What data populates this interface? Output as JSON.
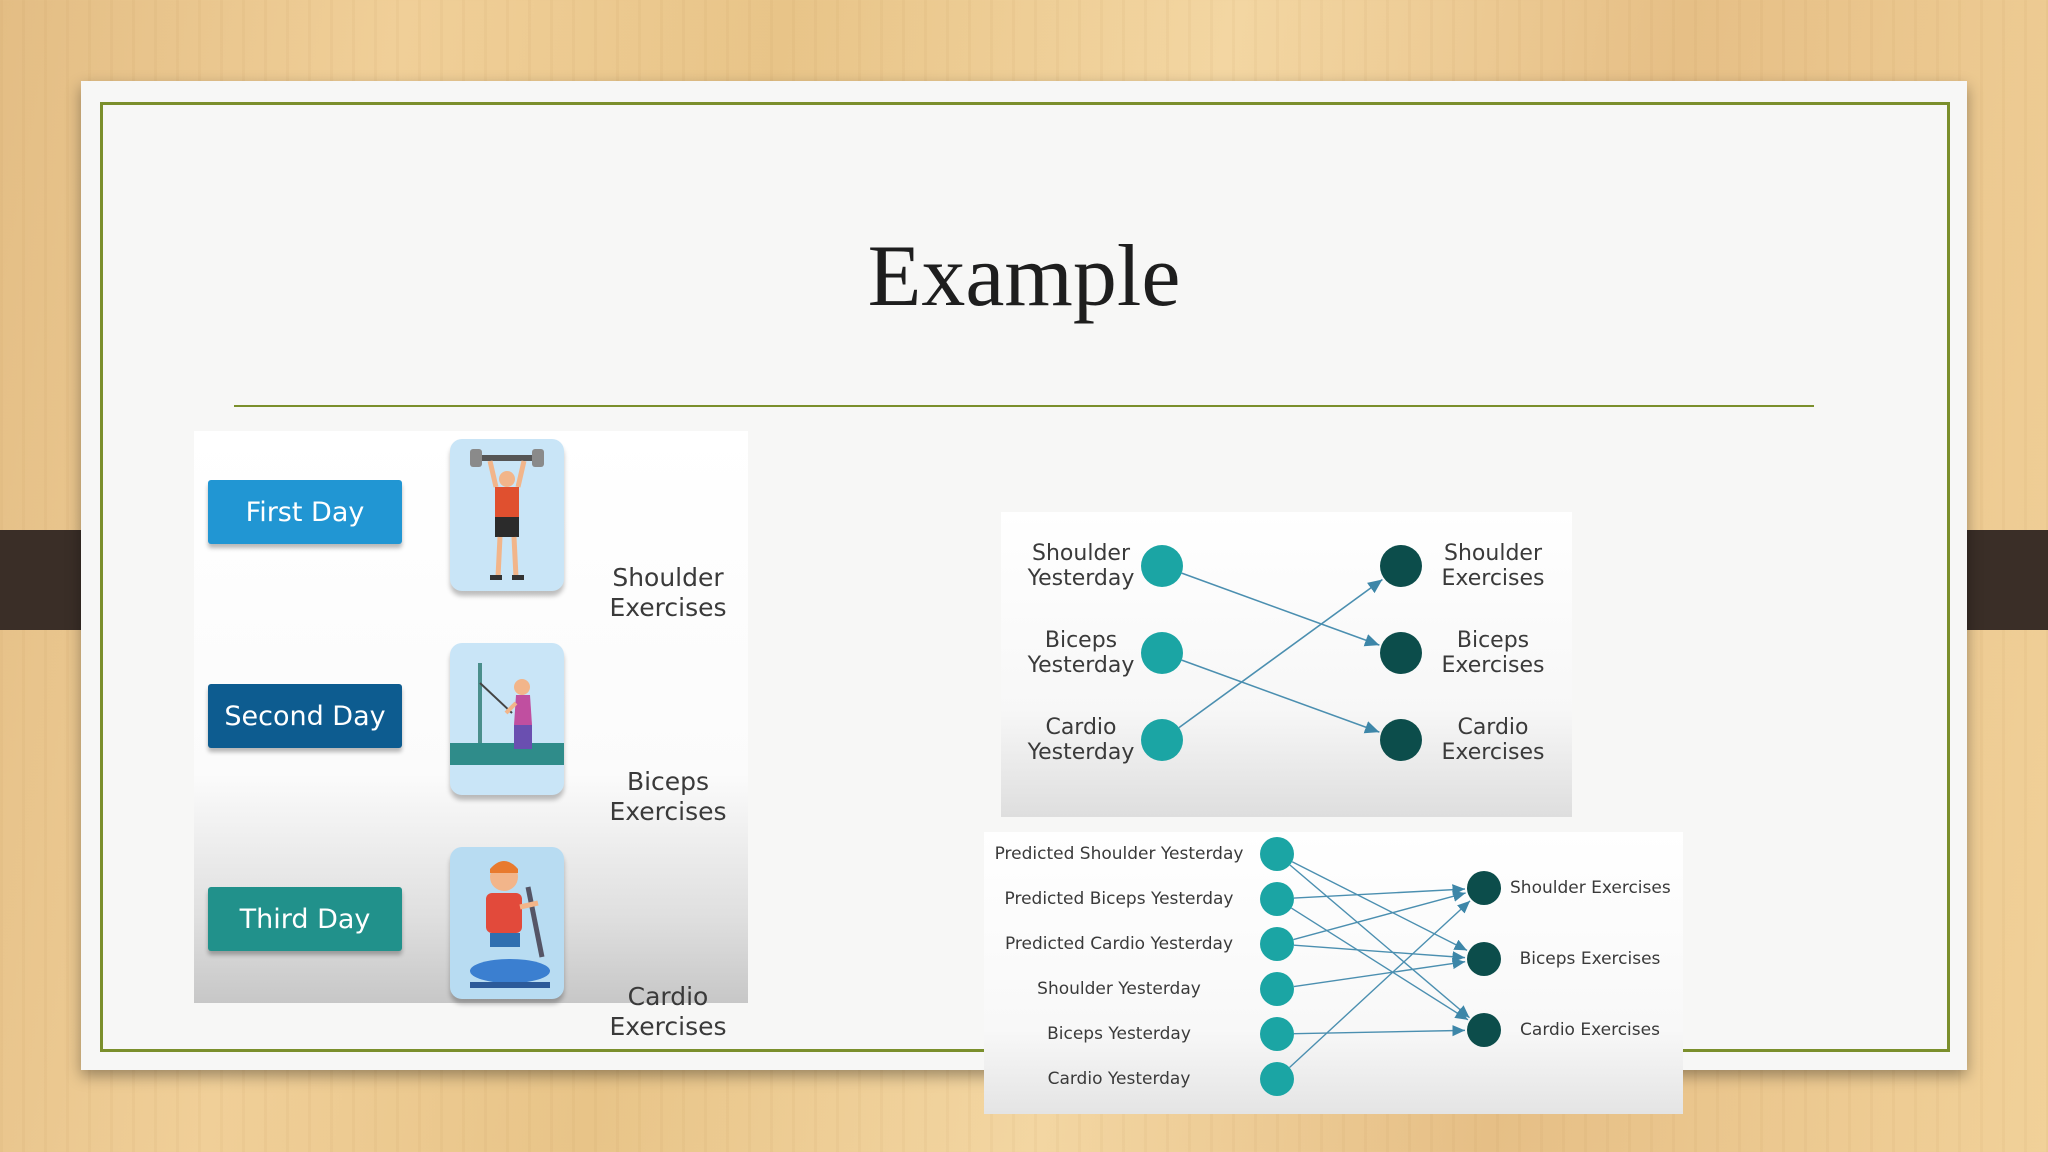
{
  "slide": {
    "title": "Example"
  },
  "schedule": {
    "days": [
      {
        "day": "First Day",
        "exercise": "Shoulder Exercises",
        "icon": "weightlifter-icon",
        "color": "#2196d3"
      },
      {
        "day": "Second Day",
        "exercise": "Biceps Exercises",
        "icon": "cable-curl-icon",
        "color": "#0d5c90"
      },
      {
        "day": "Third Day",
        "exercise": "Cardio Exercises",
        "icon": "elliptical-trainer-icon",
        "color": "#21918b"
      }
    ]
  },
  "diagram_simple": {
    "inputs": [
      "Shoulder Yesterday",
      "Biceps Yesterday",
      "Cardio Yesterday"
    ],
    "outputs": [
      "Shoulder Exercises",
      "Biceps Exercises",
      "Cardio Exercises"
    ],
    "connections": [
      [
        0,
        1
      ],
      [
        1,
        2
      ],
      [
        2,
        0
      ]
    ],
    "input_color": "#1ba5a4",
    "output_color": "#0c4d4b"
  },
  "diagram_full": {
    "inputs": [
      "Predicted Shoulder Yesterday",
      "Predicted Biceps Yesterday",
      "Predicted Cardio Yesterday",
      "Shoulder Yesterday",
      "Biceps Yesterday",
      "Cardio Yesterday"
    ],
    "outputs": [
      "Shoulder Exercises",
      "Biceps Exercises",
      "Cardio Exercises"
    ],
    "connections": [
      [
        0,
        1
      ],
      [
        0,
        2
      ],
      [
        1,
        0
      ],
      [
        1,
        2
      ],
      [
        2,
        0
      ],
      [
        2,
        1
      ],
      [
        3,
        1
      ],
      [
        4,
        2
      ],
      [
        5,
        0
      ]
    ],
    "input_color": "#1ba5a4",
    "output_color": "#0c4d4b"
  }
}
